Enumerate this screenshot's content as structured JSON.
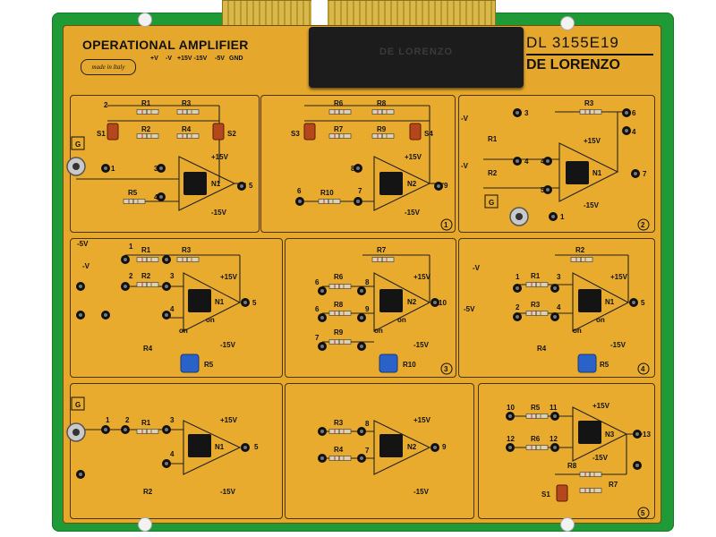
{
  "board": {
    "title": "OPERATIONAL AMPLIFIER",
    "made_in": "made in Italy",
    "model": "DL 3155E19",
    "brand": "DE LORENZO",
    "chip_text": "DE LORENZO",
    "rails": [
      "+V",
      "-V",
      "+15V -15V",
      "-5V",
      "GND"
    ]
  },
  "labels": {
    "g": "G",
    "p15": "+15V",
    "m15": "-15V",
    "m5": "-5V",
    "mv": "-V",
    "on": "on",
    "S1": "S1",
    "S2": "S2",
    "S3": "S3",
    "S4": "S4",
    "N1": "N1",
    "N2": "N2",
    "N3": "N3",
    "R1": "R1",
    "R2": "R2",
    "R3": "R3",
    "R4": "R4",
    "R5": "R5",
    "R6": "R6",
    "R7": "R7",
    "R8": "R8",
    "R9": "R9",
    "R10": "R10",
    "n1": "1",
    "n2": "2",
    "n3": "3",
    "n4": "4",
    "n5": "5",
    "n6": "6",
    "n7": "7",
    "n8": "8",
    "n9": "9",
    "n10": "10",
    "n11": "11",
    "n12": "12",
    "n13": "13"
  },
  "colors": {
    "pcb": "#1f9a36",
    "panel": "#e8ab2e",
    "ink": "#111111",
    "switch": "#b5471c",
    "trimmer": "#2a62c8"
  }
}
